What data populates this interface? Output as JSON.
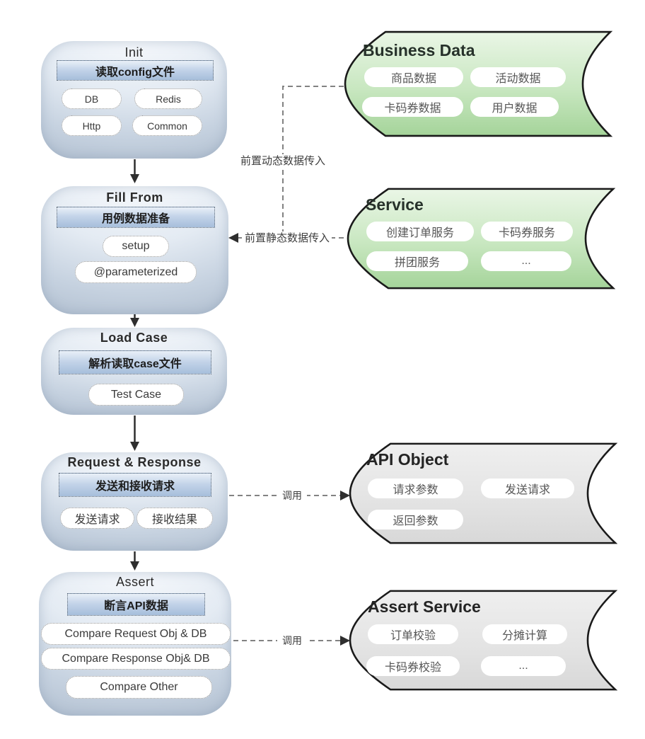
{
  "flow_boxes": [
    {
      "title": "Init",
      "header": "读取config文件",
      "pills": [
        "DB",
        "Redis",
        "Http",
        "Common"
      ]
    },
    {
      "title": "Fill From",
      "header": "用例数据准备",
      "pills": [
        "setup",
        "@parameterized"
      ]
    },
    {
      "title": "Load Case",
      "header": "解析读取case文件",
      "pills": [
        "Test Case"
      ]
    },
    {
      "title": "Request & Response",
      "header": "发送和接收请求",
      "pills": [
        "发送请求",
        "接收结果"
      ]
    },
    {
      "title": "Assert",
      "header": "断言API数据",
      "pills": [
        "Compare Request Obj & DB",
        "Compare Response Obj& DB",
        "Compare Other"
      ]
    }
  ],
  "cylinders": [
    {
      "title": "Business Data",
      "pills": [
        "商品数据",
        "活动数据",
        "卡码券数据",
        "用户数据"
      ]
    },
    {
      "title": "Service",
      "pills": [
        "创建订单服务",
        "卡码券服务",
        "拼团服务",
        "..."
      ]
    },
    {
      "title": "API Object",
      "pills": [
        "请求参数",
        "发送请求",
        "返回参数"
      ]
    },
    {
      "title": "Assert Service",
      "pills": [
        "订单校验",
        "分摊计算",
        "卡码券校验",
        "..."
      ]
    }
  ],
  "connector_labels": {
    "dynamic_data": "前置动态数据传入",
    "static_data": "前置静态数据传入",
    "call_api": "调用",
    "call_assert": "调用"
  },
  "colors": {
    "box_gradient_top": "#f8fafd",
    "box_gradient_bottom": "#aebccd",
    "header_gradient_top": "#e9f0f8",
    "header_gradient_bottom": "#a6bedb",
    "cylinder_green_top": "#eaf6e6",
    "cylinder_green_bottom": "#a5d49a",
    "cylinder_gray_top": "#efefef",
    "cylinder_gray_bottom": "#d8d8d8",
    "outline": "#1a1a1a",
    "dashed_line": "#828282"
  }
}
